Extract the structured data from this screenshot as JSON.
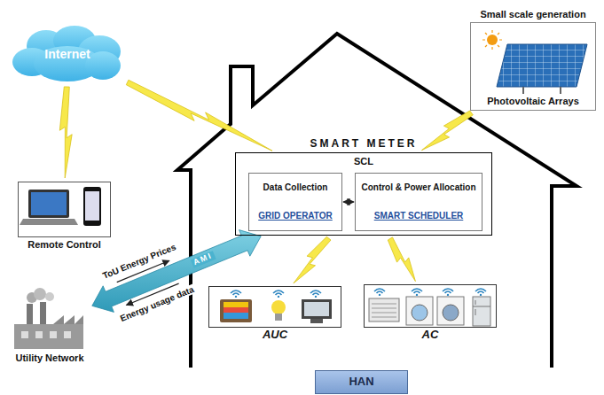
{
  "diagram": {
    "nodes": [
      {
        "text": [
          "Internet"
        ]
      },
      {
        "text": [
          "Remote Control"
        ]
      },
      {
        "text": [
          "Utility Network"
        ]
      },
      {
        "text": [
          "Small scale generation",
          "Photovoltaic Arrays"
        ]
      },
      {
        "text": [
          "SMART METER",
          "SCL"
        ]
      },
      {
        "text": [
          "Data Collection",
          "GRID OPERATOR"
        ],
        "in": 4
      },
      {
        "text": [
          "Control & Power Allocation",
          "SMART SCHEDULER"
        ],
        "in": 4
      },
      {
        "text": [
          "AUC"
        ]
      },
      {
        "text": [
          "AC"
        ]
      },
      {
        "text": [
          "HAN"
        ]
      }
    ],
    "edges": [
      {
        "from": 0,
        "to": 1,
        "arrow": "none"
      },
      {
        "from": 0,
        "to": 4,
        "arrow": "none"
      },
      {
        "from": 3,
        "to": 4,
        "arrow": "none"
      },
      {
        "from": 4,
        "to": 7,
        "arrow": "none"
      },
      {
        "from": 4,
        "to": 8,
        "arrow": "none"
      },
      {
        "from": 5,
        "to": 6,
        "arrow": "both"
      },
      {
        "from": 2,
        "to": 4,
        "label": "AMI",
        "arrow": "both"
      }
    ],
    "labels": [
      "ToU Energy Prices",
      "Energy usage data"
    ]
  }
}
